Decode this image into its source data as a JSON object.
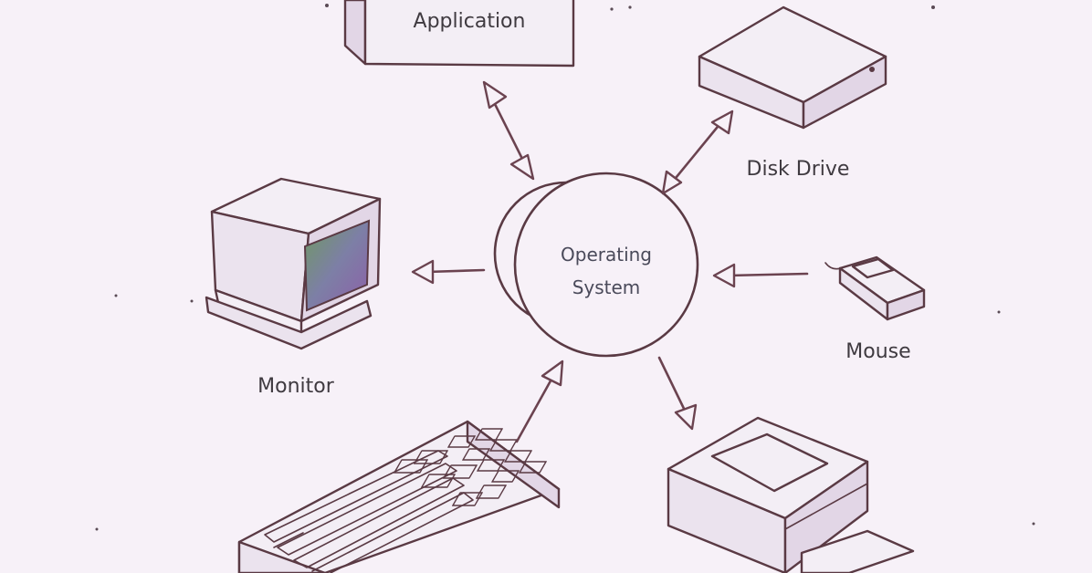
{
  "diagram": {
    "center_label_line1": "Operating",
    "center_label_line2": "System",
    "nodes": {
      "application": "Application",
      "disk_drive": "Disk Drive",
      "monitor": "Monitor",
      "mouse": "Mouse"
    }
  },
  "colors": {
    "background": "#f7f1f8",
    "ink": "#5a3a44",
    "screen_gradient": [
      "#7a9a5a",
      "#8a6aa8"
    ]
  }
}
